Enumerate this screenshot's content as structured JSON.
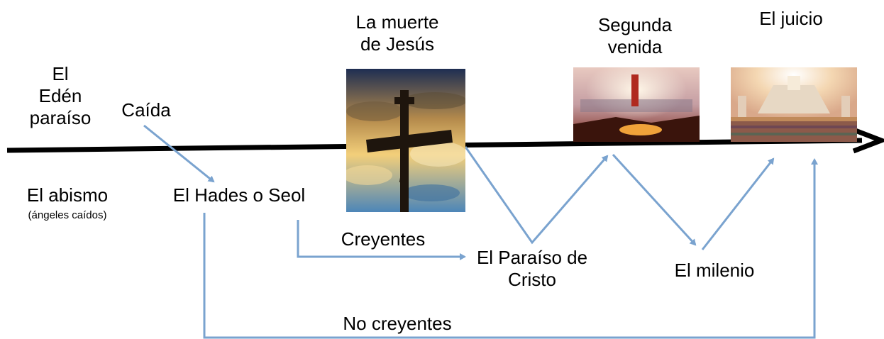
{
  "colors": {
    "timeline": "#000000",
    "arrow": "#7aa3cf",
    "text": "#000000"
  },
  "labels": {
    "eden": [
      "El",
      "Edén",
      "paraíso"
    ],
    "caida": "Caída",
    "muerte": [
      "La muerte",
      "de Jesús"
    ],
    "segunda": [
      "Segunda",
      "venida"
    ],
    "juicio": "El juicio",
    "abismo": "El abismo",
    "angeles": "(ángeles caídos)",
    "hades": "El Hades o Seol",
    "creyentes": "Creyentes",
    "paraiso": [
      "El Paraíso de",
      "Cristo"
    ],
    "milenio": "El milenio",
    "no_creyentes": "No creyentes"
  },
  "images": {
    "cross": "cross-sunset-picture",
    "second_coming": "second-coming-picture",
    "judgment": "judgment-throne-picture"
  }
}
